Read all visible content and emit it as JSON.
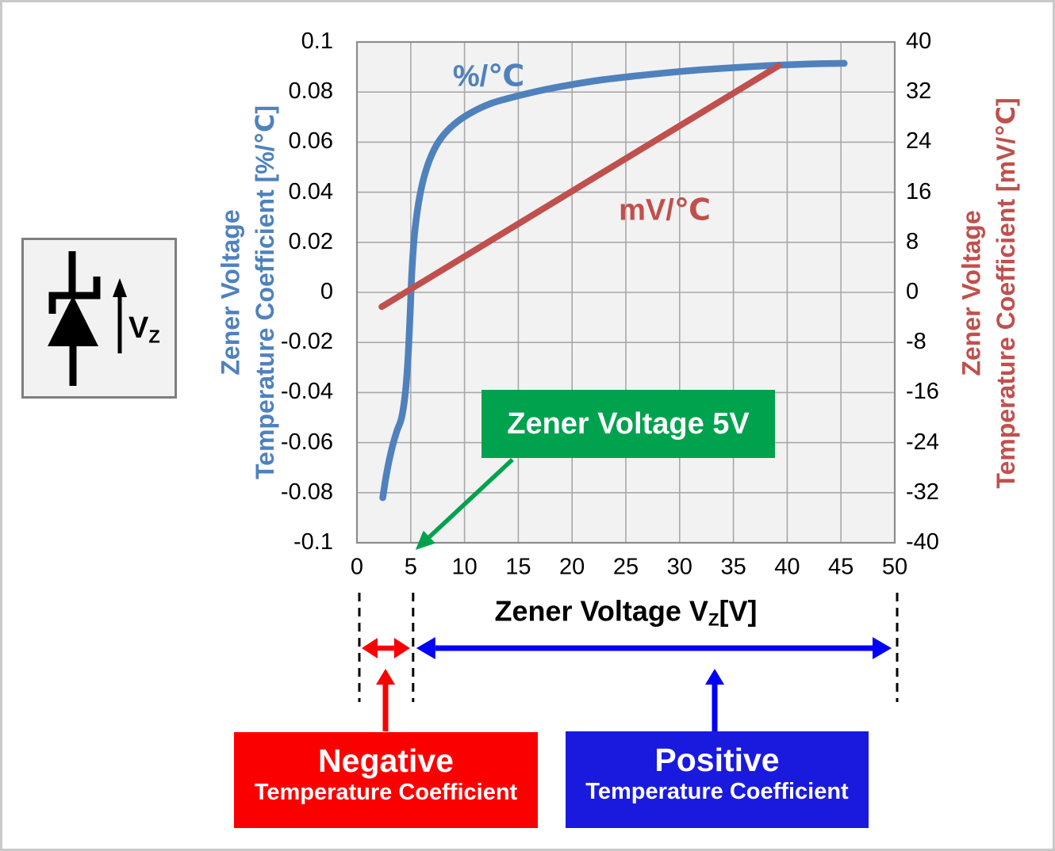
{
  "chart_data": {
    "type": "line",
    "x_axis": {
      "title_pre": "Zener Voltage V",
      "title_sub": "Z",
      "title_post": "[V]",
      "ticks": [
        "0",
        "5",
        "10",
        "15",
        "20",
        "25",
        "30",
        "35",
        "40",
        "45",
        "50"
      ],
      "range": [
        0,
        50
      ],
      "grid": true
    },
    "y_left": {
      "title_line1": "Zener Voltage",
      "title_line2": "Temperature Coefficient [%/℃]",
      "ticks": [
        "0.1",
        "0.08",
        "0.06",
        "0.04",
        "0.02",
        "0",
        "-0.02",
        "-0.04",
        "-0.06",
        "-0.08",
        "-0.1"
      ],
      "range": [
        -0.1,
        0.1
      ],
      "color": "#4f81bd"
    },
    "y_right": {
      "title_line1": "Zener Voltage",
      "title_line2": "Temperature Coefficient [mV/℃]",
      "ticks": [
        "40",
        "32",
        "24",
        "16",
        "8",
        "0",
        "-8",
        "-16",
        "-24",
        "-32",
        "-40"
      ],
      "range": [
        -40,
        40
      ],
      "color": "#c0504d"
    },
    "series": [
      {
        "name": "%/℃",
        "axis": "left",
        "color": "#4f81bd",
        "smooth": true,
        "points": [
          [
            2.4,
            -0.082
          ],
          [
            2.65,
            -0.075
          ],
          [
            2.95,
            -0.068
          ],
          [
            3.3,
            -0.0615
          ],
          [
            3.7,
            -0.0555
          ],
          [
            4.15,
            -0.05
          ],
          [
            4.5,
            -0.04
          ],
          [
            4.75,
            -0.026
          ],
          [
            4.95,
            -0.008
          ],
          [
            5.1,
            0.008
          ],
          [
            5.35,
            0.023
          ],
          [
            5.7,
            0.035
          ],
          [
            6.2,
            0.0455
          ],
          [
            6.9,
            0.0545
          ],
          [
            7.8,
            0.0615
          ],
          [
            9,
            0.067
          ],
          [
            10.5,
            0.0715
          ],
          [
            12.5,
            0.0755
          ],
          [
            15,
            0.0785
          ],
          [
            17.5,
            0.081
          ],
          [
            20,
            0.083
          ],
          [
            23,
            0.085
          ],
          [
            26.5,
            0.0867
          ],
          [
            30,
            0.0882
          ],
          [
            34,
            0.0895
          ],
          [
            38,
            0.0905
          ],
          [
            42,
            0.0912
          ],
          [
            45.3,
            0.0915
          ]
        ]
      },
      {
        "name": "mV/℃",
        "axis": "right",
        "color": "#c0504d",
        "smooth": false,
        "points": [
          [
            2.3,
            -2.3
          ],
          [
            39.2,
            36.2
          ]
        ]
      }
    ],
    "annotation": {
      "label": "Zener Voltage 5V",
      "color": "#00a24e",
      "target_x": 5
    }
  },
  "regions": {
    "negative": {
      "title": "Negative",
      "subtitle": "Temperature Coefficient",
      "color": "#fb0000",
      "range": [
        0,
        5
      ]
    },
    "positive": {
      "title": "Positive",
      "subtitle": "Temperature Coefficient",
      "color": "#1a1adf",
      "arrow_color": "#0000fa",
      "range": [
        5,
        50
      ]
    }
  },
  "icon_panel": {
    "label_main": "V",
    "label_sub": "Z"
  }
}
